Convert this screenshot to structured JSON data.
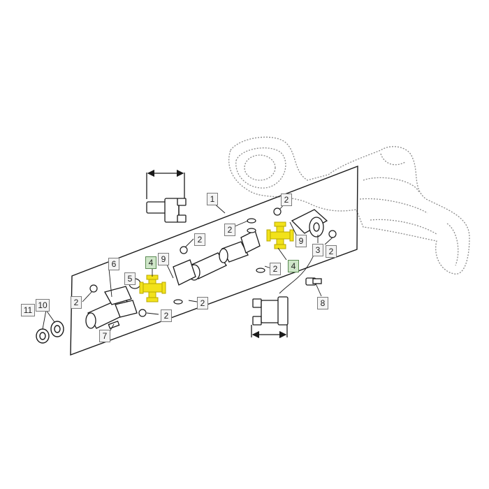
{
  "labels": {
    "c1": "1",
    "c2": "2",
    "c3": "3",
    "c4": "4",
    "c5": "5",
    "c6": "6",
    "c7": "7",
    "c8": "8",
    "c9": "9",
    "c10": "10",
    "c11": "11"
  },
  "colors": {
    "line": "#1a1a1a",
    "ghost": "#8a8a8a",
    "highlight": "#f2e21a",
    "callout_fill": "#f4f4f4",
    "callout_highlight": "#cfe6c9"
  },
  "parts": {
    "highlighted": [
      "universal-joint-cross-left",
      "universal-joint-cross-right"
    ]
  }
}
